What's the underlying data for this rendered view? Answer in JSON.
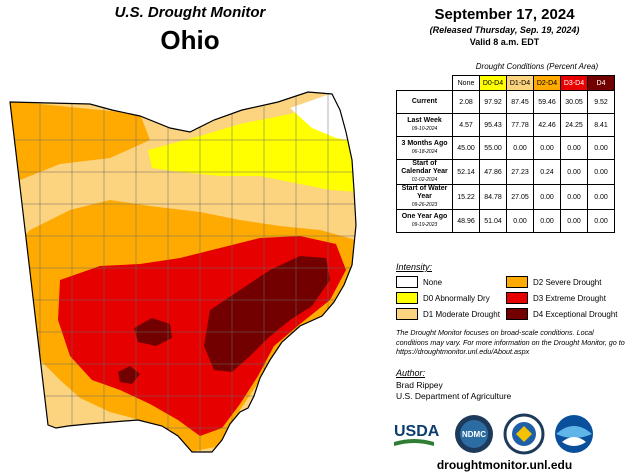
{
  "header": {
    "product": "U.S. Drought Monitor",
    "state": "Ohio",
    "date": "September 17, 2024",
    "released": "(Released Thursday, Sep. 19, 2024)",
    "valid": "Valid 8 a.m. EDT"
  },
  "table": {
    "caption": "Drought Conditions (Percent Area)",
    "columns": [
      {
        "label": "None",
        "color": "#ffffff",
        "text_color": "#000000"
      },
      {
        "label": "D0-D4",
        "color": "#ffff00",
        "text_color": "#000000"
      },
      {
        "label": "D1-D4",
        "color": "#fcd37f",
        "text_color": "#000000"
      },
      {
        "label": "D2-D4",
        "color": "#ffaa00",
        "text_color": "#000000"
      },
      {
        "label": "D3-D4",
        "color": "#e60000",
        "text_color": "#ffffff"
      },
      {
        "label": "D4",
        "color": "#730000",
        "text_color": "#ffffff"
      }
    ],
    "rows": [
      {
        "label": "Current",
        "date": "",
        "values": [
          "2.08",
          "97.92",
          "87.45",
          "59.46",
          "30.05",
          "9.52"
        ]
      },
      {
        "label": "Last Week",
        "date": "09-10-2024",
        "values": [
          "4.57",
          "95.43",
          "77.78",
          "42.46",
          "24.25",
          "8.41"
        ]
      },
      {
        "label": "3 Months Ago",
        "date": "06-18-2024",
        "values": [
          "45.00",
          "55.00",
          "0.00",
          "0.00",
          "0.00",
          "0.00"
        ]
      },
      {
        "label": "Start of Calendar Year",
        "date": "01-02-2024",
        "values": [
          "52.14",
          "47.86",
          "27.23",
          "0.24",
          "0.00",
          "0.00"
        ]
      },
      {
        "label": "Start of Water Year",
        "date": "09-26-2023",
        "values": [
          "15.22",
          "84.78",
          "27.05",
          "0.00",
          "0.00",
          "0.00"
        ]
      },
      {
        "label": "One Year Ago",
        "date": "09-19-2023",
        "values": [
          "48.96",
          "51.04",
          "0.00",
          "0.00",
          "0.00",
          "0.00"
        ]
      }
    ]
  },
  "legend": {
    "title": "Intensity:",
    "items": [
      {
        "label": "None",
        "color": "#ffffff"
      },
      {
        "label": "D0 Abnormally Dry",
        "color": "#ffff00"
      },
      {
        "label": "D1 Moderate Drought",
        "color": "#fcd37f"
      },
      {
        "label": "D2 Severe Drought",
        "color": "#ffaa00"
      },
      {
        "label": "D3 Extreme Drought",
        "color": "#e60000"
      },
      {
        "label": "D4 Exceptional Drought",
        "color": "#730000"
      }
    ]
  },
  "note": "The Drought Monitor focuses on broad-scale conditions. Local conditions may vary. For more information on the Drought Monitor, go to https://droughtmonitor.unl.edu/About.aspx",
  "author": {
    "title": "Author:",
    "name": "Brad Rippey",
    "org": "U.S. Department of Agriculture"
  },
  "logos": {
    "usda": "USDA",
    "ndmc": "NDMC"
  },
  "footer": "droughtmonitor.unl.edu"
}
